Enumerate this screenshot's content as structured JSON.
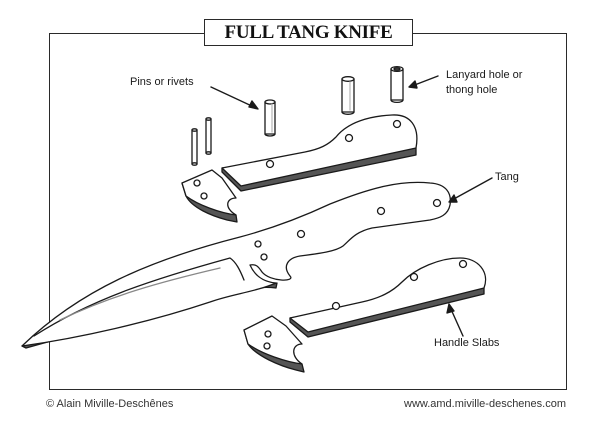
{
  "title": "FULL TANG KNIFE",
  "labels": {
    "pins": "Pins or rivets",
    "lanyard_line1": "Lanyard  hole or",
    "lanyard_line2": "thong hole",
    "tang": "Tang",
    "handle_slabs": "Handle Slabs"
  },
  "footer": {
    "credit": "© Alain Miville-Deschênes",
    "website": "www.amd.miville-deschenes.com"
  }
}
